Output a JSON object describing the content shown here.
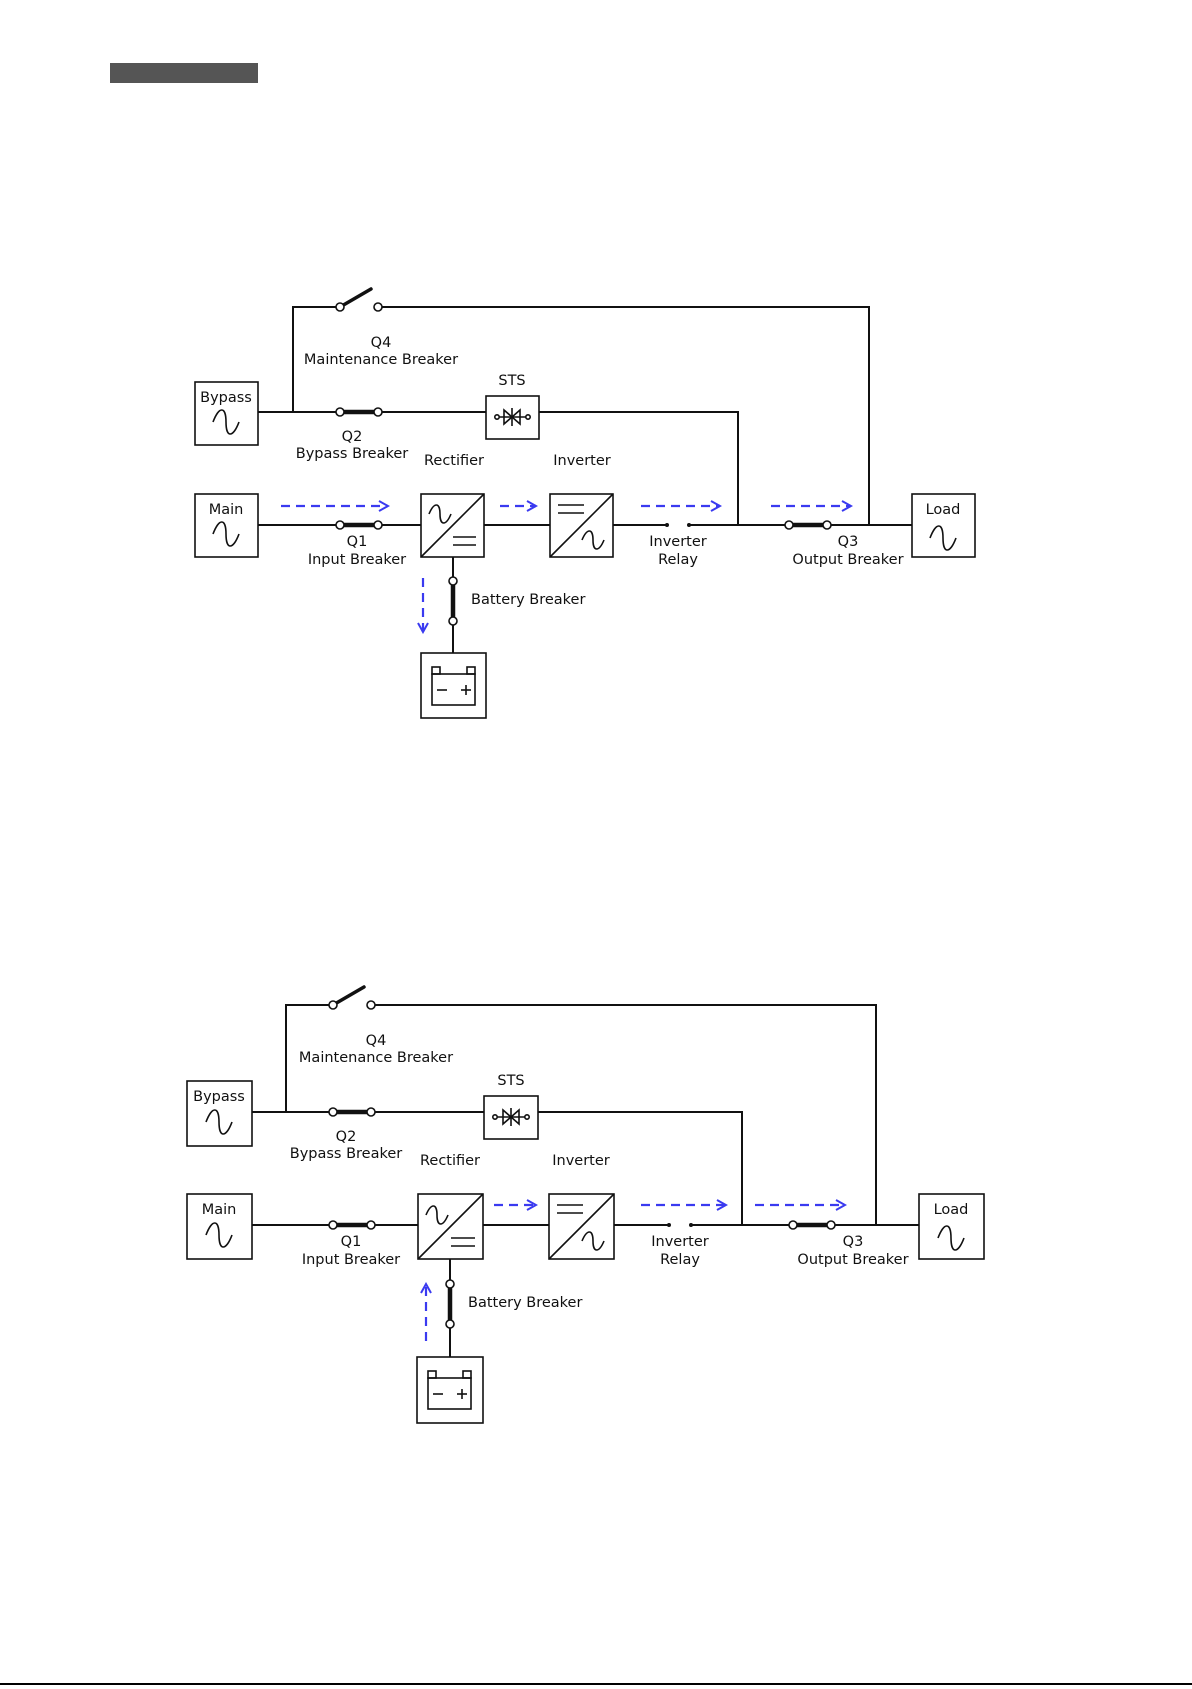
{
  "flow_color": "#3a3af0",
  "diagrams": [
    {
      "labels": {
        "bypass": "Bypass",
        "main": "Main",
        "load": "Load",
        "sts": "STS",
        "rectifier": "Rectifier",
        "inverter": "Inverter",
        "q4": "Q4",
        "q4_name": "Maintenance Breaker",
        "q2": "Q2",
        "q2_name": "Bypass Breaker",
        "q1": "Q1",
        "q1_name": "Input Breaker",
        "inverter_relay_1": "Inverter",
        "inverter_relay_2": "Relay",
        "q3": "Q3",
        "q3_name": "Output Breaker",
        "battery_breaker": "Battery Breaker"
      }
    },
    {
      "labels": {
        "bypass": "Bypass",
        "main": "Main",
        "load": "Load",
        "sts": "STS",
        "rectifier": "Rectifier",
        "inverter": "Inverter",
        "q4": "Q4",
        "q4_name": "Maintenance Breaker",
        "q2": "Q2",
        "q2_name": "Bypass Breaker",
        "q1": "Q1",
        "q1_name": "Input Breaker",
        "inverter_relay_1": "Inverter",
        "inverter_relay_2": "Relay",
        "q3": "Q3",
        "q3_name": "Output Breaker",
        "battery_breaker": "Battery Breaker"
      }
    }
  ]
}
